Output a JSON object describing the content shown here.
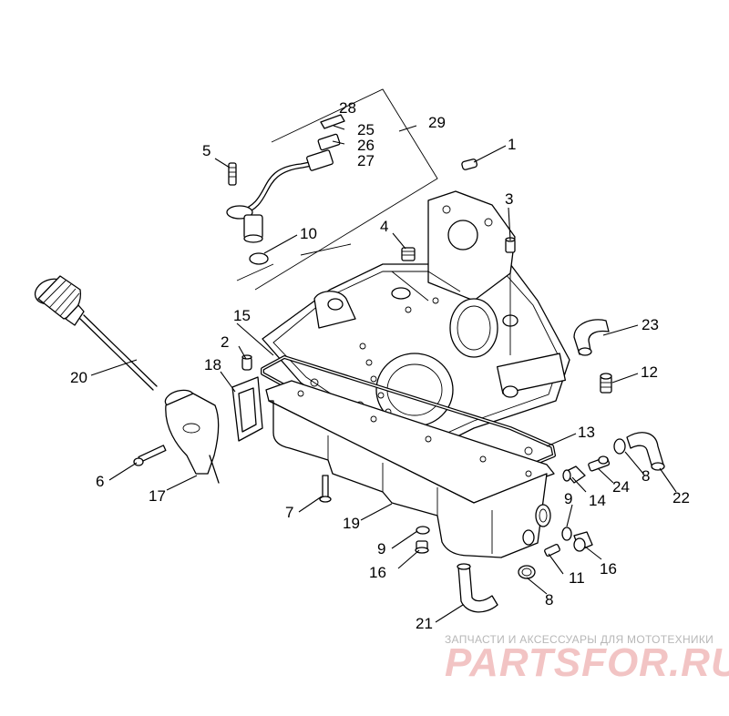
{
  "diagram": {
    "callouts": {
      "c1": "1",
      "c2": "2",
      "c3": "3",
      "c4": "4",
      "c5": "5",
      "c6": "6",
      "c7": "7",
      "c8a": "8",
      "c8b": "8",
      "c9a": "9",
      "c9b": "9",
      "c10": "10",
      "c11": "11",
      "c12": "12",
      "c13": "13",
      "c14": "14",
      "c15": "15",
      "c16a": "16",
      "c16b": "16",
      "c17": "17",
      "c18": "18",
      "c19": "19",
      "c20": "20",
      "c21": "21",
      "c22": "22",
      "c23": "23",
      "c24": "24",
      "c25": "25",
      "c26": "26",
      "c27": "27",
      "c28": "28",
      "c29": "29"
    }
  },
  "watermark": {
    "caption": "ЗАПЧАСТИ И АКСЕССУАРЫ ДЛЯ МОТОТЕХНИКИ",
    "logo": "PARTSFOR.RU"
  }
}
